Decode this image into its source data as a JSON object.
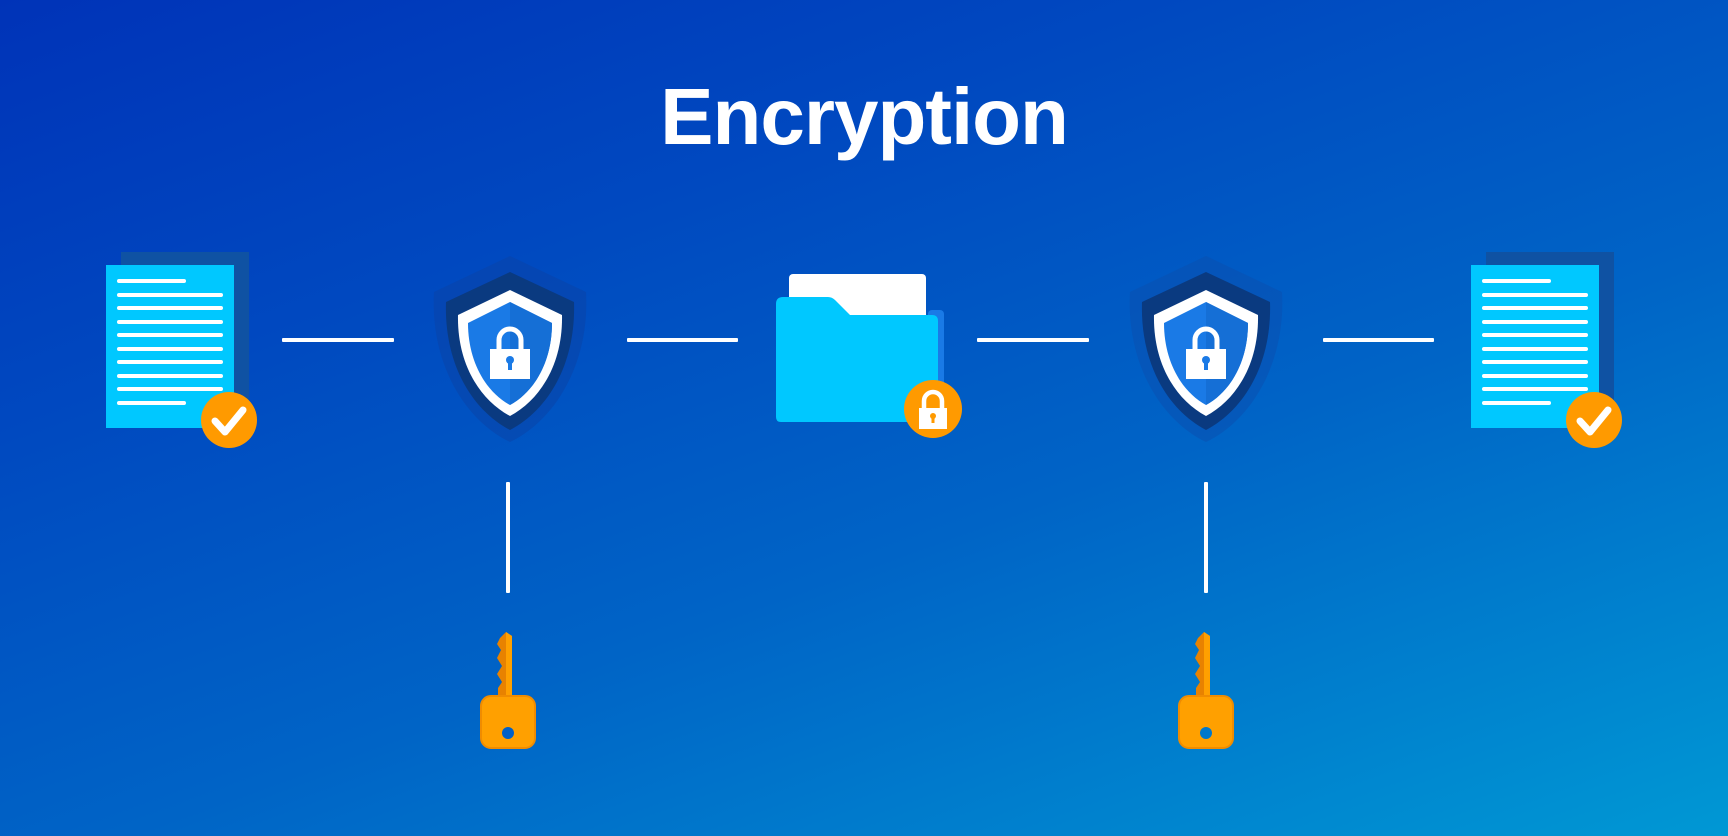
{
  "title": "Encryption",
  "colors": {
    "background_start": "#0033b8",
    "background_end": "#0098d4",
    "document_front": "#00c8ff",
    "document_back": "#0f52a3",
    "shield_outer": "#0a3a80",
    "shield_inner": "#1a7ae6",
    "folder": "#00c8ff",
    "badge_orange": "#ff9a00",
    "key_orange": "#ffa000",
    "connector": "#ffffff"
  },
  "diagram": {
    "flow": [
      {
        "id": "plaintext-document-source",
        "icon": "document-check-icon",
        "badge": "checkmark-icon"
      },
      {
        "id": "encrypt-shield",
        "icon": "shield-lock-icon"
      },
      {
        "id": "encrypted-folder",
        "icon": "folder-lock-icon",
        "badge": "padlock-icon"
      },
      {
        "id": "decrypt-shield",
        "icon": "shield-lock-icon"
      },
      {
        "id": "plaintext-document-destination",
        "icon": "document-check-icon",
        "badge": "checkmark-icon"
      }
    ],
    "keys": [
      {
        "attached_to": "encrypt-shield",
        "icon": "key-icon"
      },
      {
        "attached_to": "decrypt-shield",
        "icon": "key-icon"
      }
    ]
  }
}
